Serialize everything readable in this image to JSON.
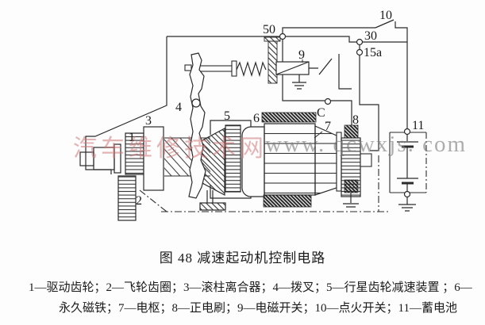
{
  "figure": {
    "caption": "图 48 减速起动机控制电路",
    "legend_line1": "1—驱动齿轮；2—飞轮齿圈；3—滚柱离合器；4—拨叉；5—行星齿轮减速装置 ；6—",
    "legend_line2": "永久磁铁；7—电枢；8—正电刷；9—电磁开关；10—点火开关；11—蓄电池"
  },
  "watermark": {
    "cn": "汽车维修技术网",
    "en": "www. qcwxjs. com"
  },
  "diagram": {
    "labels": {
      "n1": "1",
      "n2": "2",
      "n3": "3",
      "n4": "4",
      "n5": "5",
      "n6": "6",
      "n7": "7",
      "n8": "8",
      "n9": "9",
      "n10": "10",
      "n11": "11",
      "t50": "50",
      "t30": "30",
      "t15a": "15a",
      "tc": "C"
    },
    "colors": {
      "line": "#2b2b2b",
      "watermark_cn": "#cf7878",
      "watermark_en": "#787878",
      "background": "#fdfdfd"
    }
  }
}
